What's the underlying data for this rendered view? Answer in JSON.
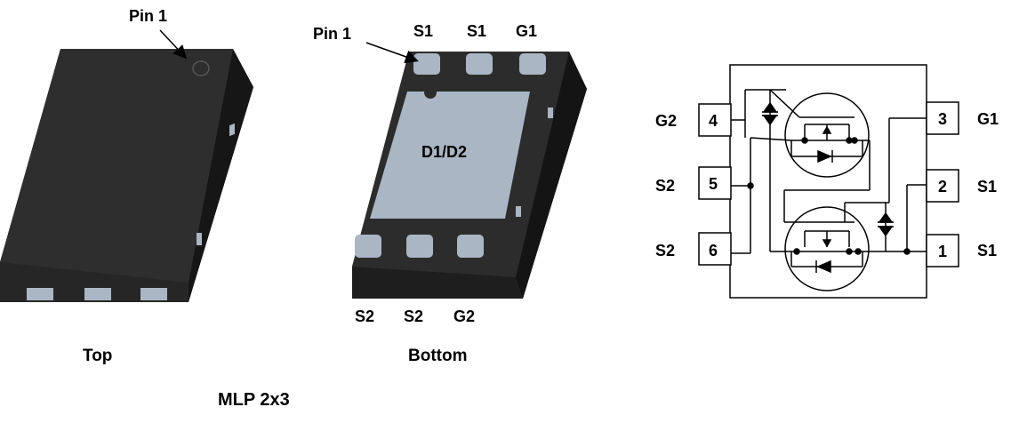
{
  "top_view": {
    "pin1_label": "Pin 1",
    "caption": "Top"
  },
  "bottom_view": {
    "pin1_label": "Pin 1",
    "top_pins": [
      "S1",
      "S1",
      "G1"
    ],
    "bottom_pins": [
      "S2",
      "S2",
      "G2"
    ],
    "pad_label": "D1/D2",
    "caption": "Bottom"
  },
  "package_name": "MLP 2x3",
  "schematic": {
    "left_pins": [
      {
        "number": "4",
        "name": "G2"
      },
      {
        "number": "5",
        "name": "S2"
      },
      {
        "number": "6",
        "name": "S2"
      }
    ],
    "right_pins": [
      {
        "number": "3",
        "name": "G1"
      },
      {
        "number": "2",
        "name": "S1"
      },
      {
        "number": "1",
        "name": "S1"
      }
    ]
  },
  "colors": {
    "body": "#2b2b2b",
    "body_side": "#1c1c1c",
    "pad": "#aab6c4",
    "line": "#000000"
  }
}
